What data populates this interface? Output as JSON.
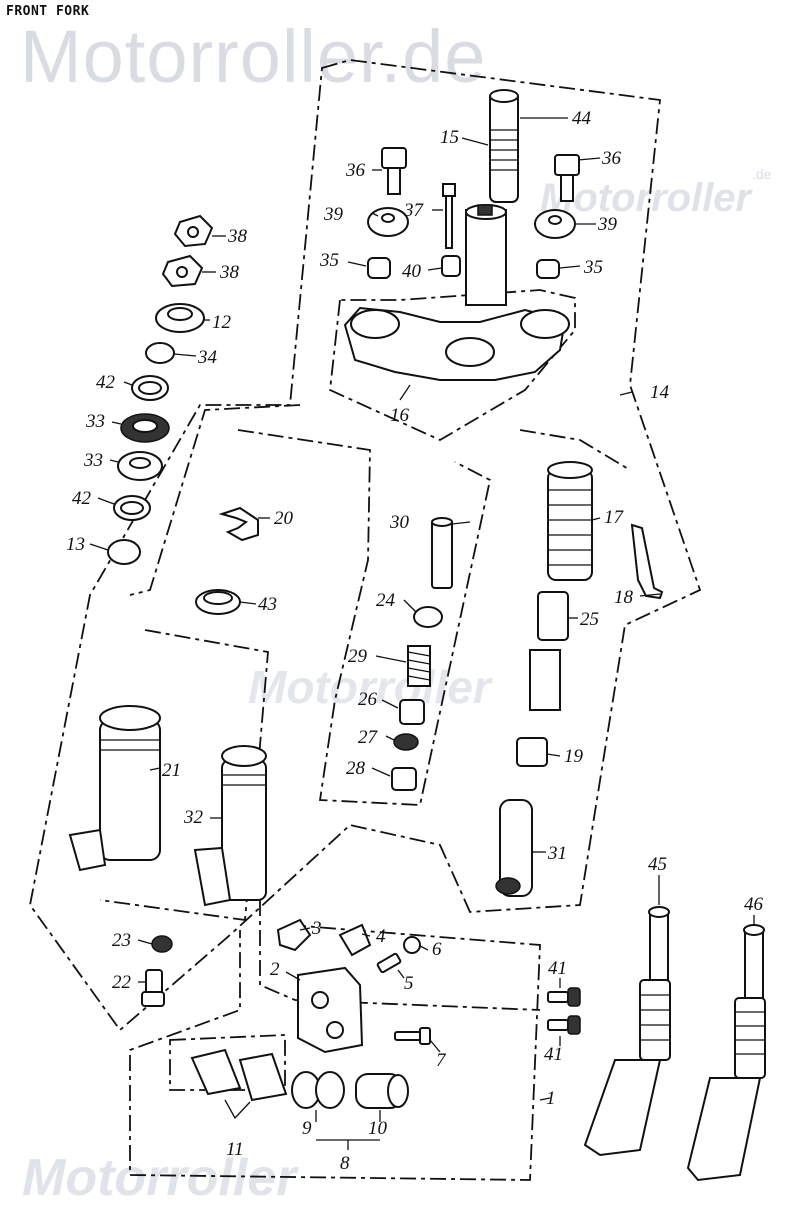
{
  "title": "FRONT FORK",
  "watermark": {
    "main": "Motorroller.de",
    "secondary": "Motorroller",
    "suffix": ".de"
  },
  "colors": {
    "line": "#111111",
    "watermark": "#d9dde3",
    "background": "#ffffff"
  },
  "part_numbers": [
    "1",
    "2",
    "3",
    "4",
    "5",
    "6",
    "7",
    "8",
    "9",
    "10",
    "11",
    "12",
    "13",
    "14",
    "15",
    "16",
    "17",
    "18",
    "19",
    "20",
    "21",
    "22",
    "23",
    "24",
    "25",
    "26",
    "27",
    "28",
    "29",
    "30",
    "31",
    "32",
    "33",
    "34",
    "35",
    "36",
    "37",
    "38",
    "39",
    "40",
    "41",
    "42",
    "43",
    "44",
    "45",
    "46"
  ]
}
